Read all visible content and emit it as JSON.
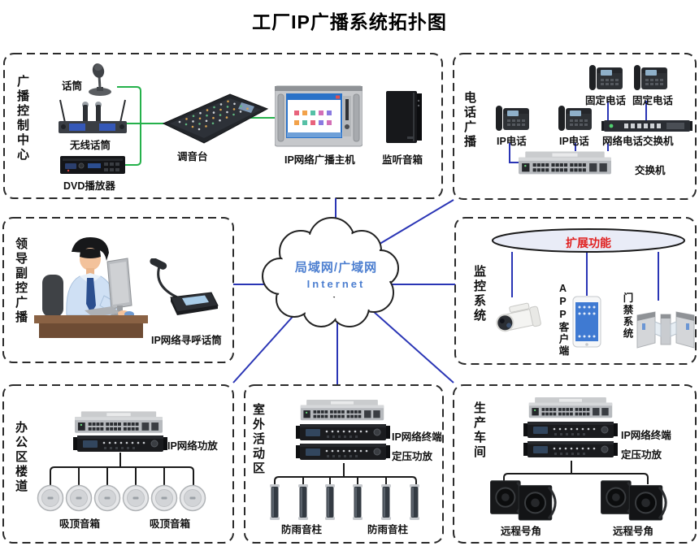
{
  "title": "工厂IP广播系统拓扑图",
  "cloud": {
    "line1": "局域网/广域网",
    "line2": "Internet"
  },
  "broadcast": {
    "label": "广播控制中心",
    "mic": "话筒",
    "wireless_mic": "无线话筒",
    "dvd": "DVD播放器",
    "mixer": "调音台",
    "host": "IP网络广播主机",
    "monitor_speaker": "监听音箱"
  },
  "phone": {
    "label": "电话广播",
    "fixed1": "固定电话",
    "fixed2": "固定电话",
    "ip1": "IP电话",
    "ip2": "IP电话",
    "voip_switch": "网络电话交换机",
    "switch": "交换机"
  },
  "leader": {
    "label": "领导副控广播",
    "paging_mic": "IP网络寻呼话筒"
  },
  "monitoring": {
    "label": "监控系统",
    "ellipse": "扩展功能",
    "app_client": "APP客户端",
    "access": "门禁系统"
  },
  "office": {
    "label": "办公区楼道",
    "amp": "IP网络功放",
    "ceiling1": "吸顶音箱",
    "ceiling2": "吸顶音箱"
  },
  "outdoor": {
    "label": "室外活动区",
    "terminal": "IP网络终端",
    "amp": "定压功放",
    "column1": "防雨音柱",
    "column2": "防雨音柱"
  },
  "workshop": {
    "label": "生产车间",
    "terminal": "IP网络终端",
    "amp": "定压功放",
    "horn1": "远程号角",
    "horn2": "远程号角"
  },
  "colors": {
    "green_line": "#25b14b",
    "blue_line": "#2a35b5",
    "black_line": "#1a1a1a",
    "cloud_text": "#4d7fd0",
    "ellipse_text": "#e02020",
    "box_border": "#2b2b2b"
  }
}
